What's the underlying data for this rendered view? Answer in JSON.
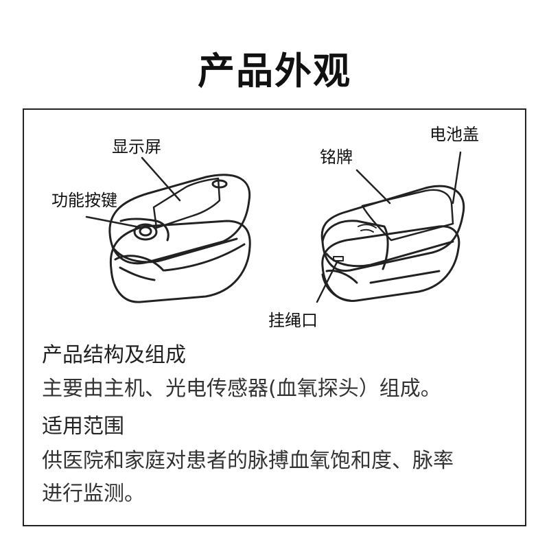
{
  "title": "产品外观",
  "labels": {
    "display": "显示屏",
    "function_button": "功能按键",
    "nameplate": "铭牌",
    "battery_cover": "电池盖",
    "lanyard_hole": "挂绳口"
  },
  "sections": [
    {
      "heading": "产品结构及组成",
      "body": "主要由主机、光电传感器(血氧探头）组成。"
    },
    {
      "heading": "适用范围",
      "line1": "供医院和家庭对患者的脉搏血氧饱和度、脉率",
      "line2": "进行监测。"
    }
  ],
  "colors": {
    "line": "#222222",
    "text": "#111111"
  }
}
